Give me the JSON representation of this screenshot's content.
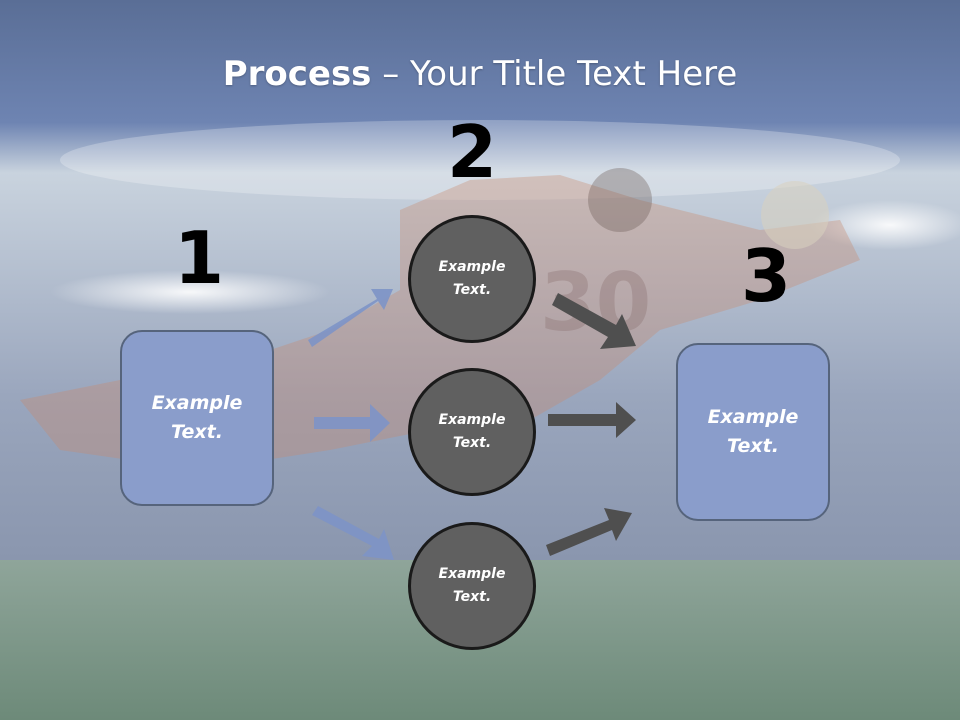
{
  "title": {
    "bold": "Process",
    "rest": " – Your Title Text Here"
  },
  "steps": [
    {
      "number": "1",
      "text": "Example Text."
    },
    {
      "number": "2",
      "texts": [
        "Example Text.",
        "Example Text.",
        "Example Text."
      ]
    },
    {
      "number": "3",
      "text": "Example Text."
    }
  ],
  "colors": {
    "box_fill": "#8a9dcb",
    "circle_fill": "#606060",
    "blue_arrow": "#7d93c6",
    "gray_arrow": "#4f4f4f"
  }
}
